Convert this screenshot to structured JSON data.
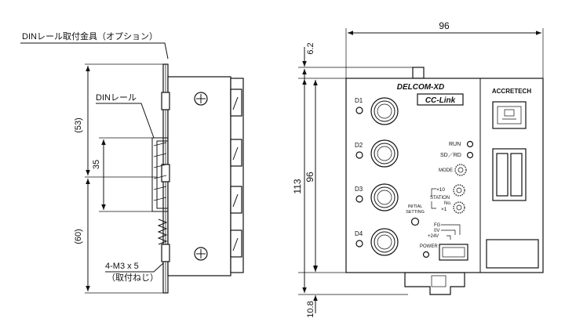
{
  "side_view": {
    "bracket_label": "DINレール取付金具（オプション）",
    "rail_label": "DINレール",
    "dim_top": "(53)",
    "dim_mid": "35",
    "dim_bottom": "(60)",
    "screw_label": "4-M3 x 5",
    "screw_sub": "（取付ねじ）"
  },
  "front_view": {
    "width_dim": "96",
    "top_dim": "6.2",
    "overall_height_dim": "113",
    "body_height_dim": "96",
    "bottom_dim": "10.8",
    "model": "DELCOM-XD",
    "network": "CC-Link",
    "brand": "ACCRETECH",
    "ports": [
      "D1",
      "D2",
      "D3",
      "D4"
    ],
    "led_run": "RUN",
    "led_sdrd": "SD／RD",
    "mode": "MODE",
    "station_x10": "×10",
    "station": "STATION",
    "station_no": "No.",
    "station_x1": "×1",
    "initial_1": "INITIAL",
    "initial_2": "SETTING",
    "fg": "FG",
    "zero_v": "0V",
    "plus24": "+24V",
    "power": "POWER"
  }
}
